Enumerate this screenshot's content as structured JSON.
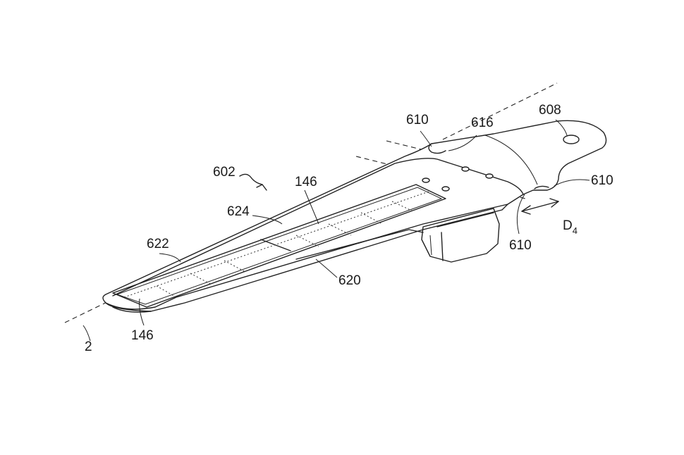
{
  "figure": {
    "labels": {
      "ref_602": "602",
      "ref_146_top": "146",
      "ref_624": "624",
      "ref_622": "622",
      "ref_620": "620",
      "ref_146_bottom": "146",
      "ref_2": "2",
      "ref_610_top": "610",
      "ref_616": "616",
      "ref_608": "608",
      "ref_610_right": "610",
      "ref_610_bottom": "610",
      "ref_d": "D",
      "ref_d_sub": "4"
    }
  }
}
